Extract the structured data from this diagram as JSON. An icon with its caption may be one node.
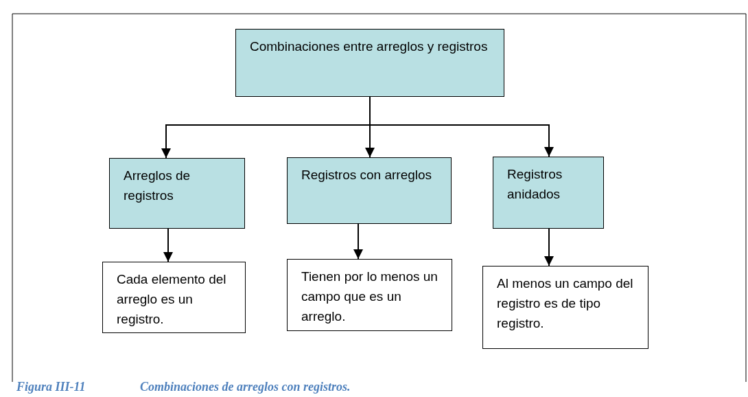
{
  "diagram": {
    "caption": "Figura III-11",
    "nodes": [
      {
        "text": [
          "Combinaciones entre arreglos y registros"
        ]
      },
      {
        "text": [
          "Arreglos de registros"
        ]
      },
      {
        "text": [
          "Registros con arreglos"
        ]
      },
      {
        "text": [
          "Registros anidados"
        ]
      },
      {
        "text": [
          "Cada elemento del arreglo es un registro."
        ]
      },
      {
        "text": [
          "Tienen por lo menos un campo que es un arreglo."
        ]
      },
      {
        "text": [
          "Al menos un campo del registro es de tipo registro."
        ]
      }
    ],
    "edges": [
      {
        "from": 0,
        "to": 1,
        "arrow": "to"
      },
      {
        "from": 0,
        "to": 2,
        "arrow": "to"
      },
      {
        "from": 0,
        "to": 3,
        "arrow": "to"
      },
      {
        "from": 1,
        "to": 4,
        "arrow": "to"
      },
      {
        "from": 2,
        "to": 5,
        "arrow": "to"
      },
      {
        "from": 3,
        "to": 6,
        "arrow": "to"
      }
    ],
    "labels": [
      "Combinaciones de arreglos con registros."
    ]
  }
}
